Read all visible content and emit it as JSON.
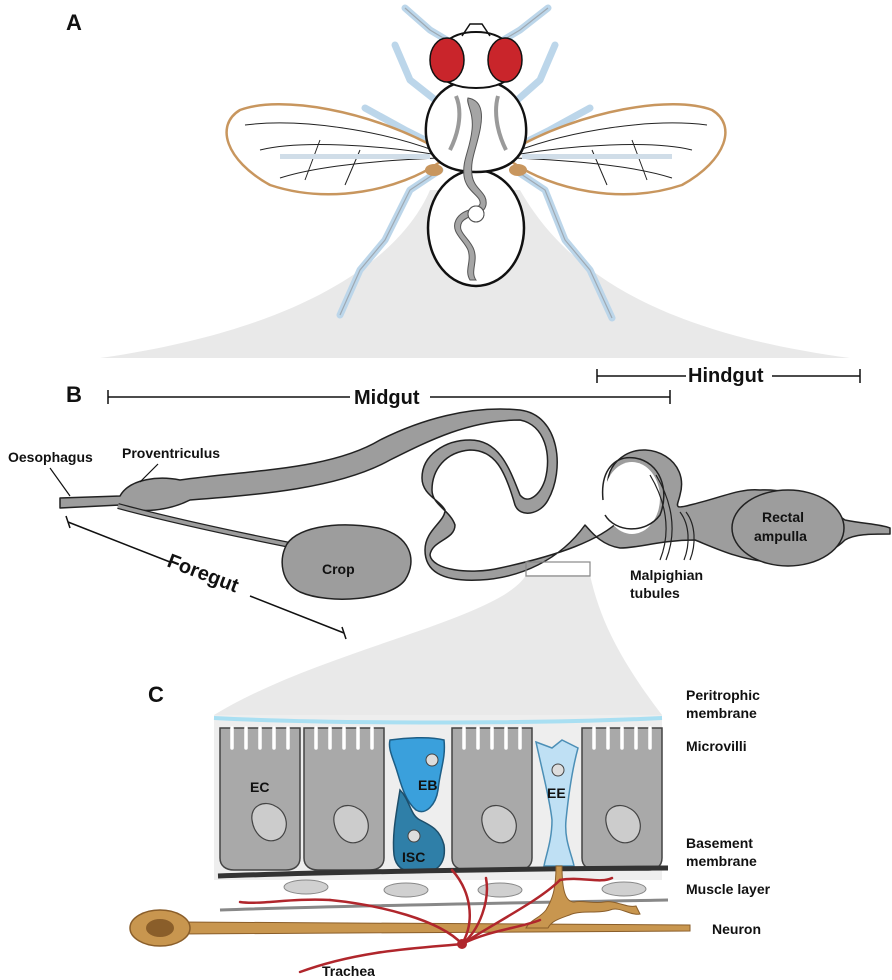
{
  "panels": {
    "a": "A",
    "b": "B",
    "c": "C"
  },
  "gut": {
    "midgut": "Midgut",
    "hindgut": "Hindgut",
    "foregut": "Foregut",
    "oesophagus": "Oesophagus",
    "proventriculus": "Proventriculus",
    "crop": "Crop",
    "rectal_line1": "Rectal",
    "rectal_line2": "ampulla",
    "malpighian_line1": "Malpighian",
    "malpighian_line2": "tubules"
  },
  "epithelium": {
    "peritrophic_line1": "Peritrophic",
    "peritrophic_line2": "membrane",
    "microvilli": "Microvilli",
    "basement_line1": "Basement",
    "basement_line2": "membrane",
    "muscle": "Muscle layer",
    "neuron": "Neuron",
    "trachea": "Trachea",
    "ec": "EC",
    "eb": "EB",
    "ee": "EE",
    "isc": "ISC"
  },
  "colors": {
    "eye": "#c9252b",
    "wing_outline": "#c8965e",
    "leg": "#bcd6ea",
    "gut_gray": "#9d9d9d",
    "cell_gray": "#a9a9a9",
    "eb_blue": "#3aa0dc",
    "isc_blue": "#2f7fa8",
    "ee_blue": "#bfe0f4",
    "neuron": "#c8964f",
    "trachea": "#b0262c",
    "peritrophic": "#a9dff2"
  }
}
